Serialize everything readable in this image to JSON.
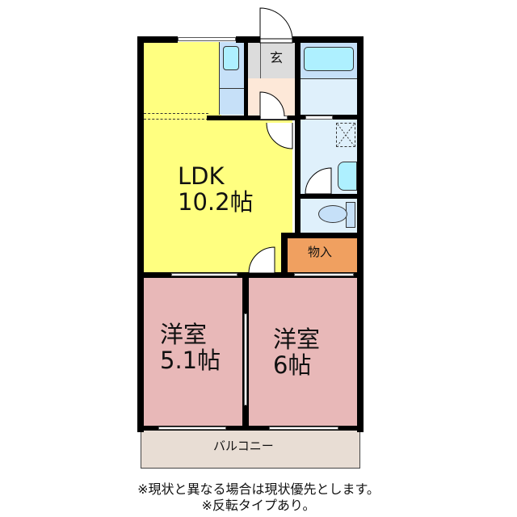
{
  "floorplan": {
    "rooms": {
      "ldk": {
        "name": "LDK",
        "size": "10.2帖",
        "color": "#ffff80"
      },
      "western1": {
        "name": "洋室",
        "size": "5.1帖",
        "color": "#e8b8b8"
      },
      "western2": {
        "name": "洋室",
        "size": "6帖",
        "color": "#e8b8b8"
      },
      "entrance": {
        "name": "玄",
        "color": "#dcdcdc"
      },
      "storage": {
        "name": "物入",
        "color": "#f0a060"
      },
      "balcony": {
        "name": "バルコニー",
        "color": "#e8ddd4"
      },
      "bath": {
        "color": "#dff0fb"
      },
      "hall": {
        "color": "#fde8d8"
      }
    },
    "colors": {
      "wall": "#000000",
      "fixture": "#aef0ff",
      "fixture_light": "#c6e0f8"
    }
  },
  "notes": {
    "line1": "※現状と異なる場合は現状優先とします。",
    "line2": "※反転タイプあり。"
  }
}
